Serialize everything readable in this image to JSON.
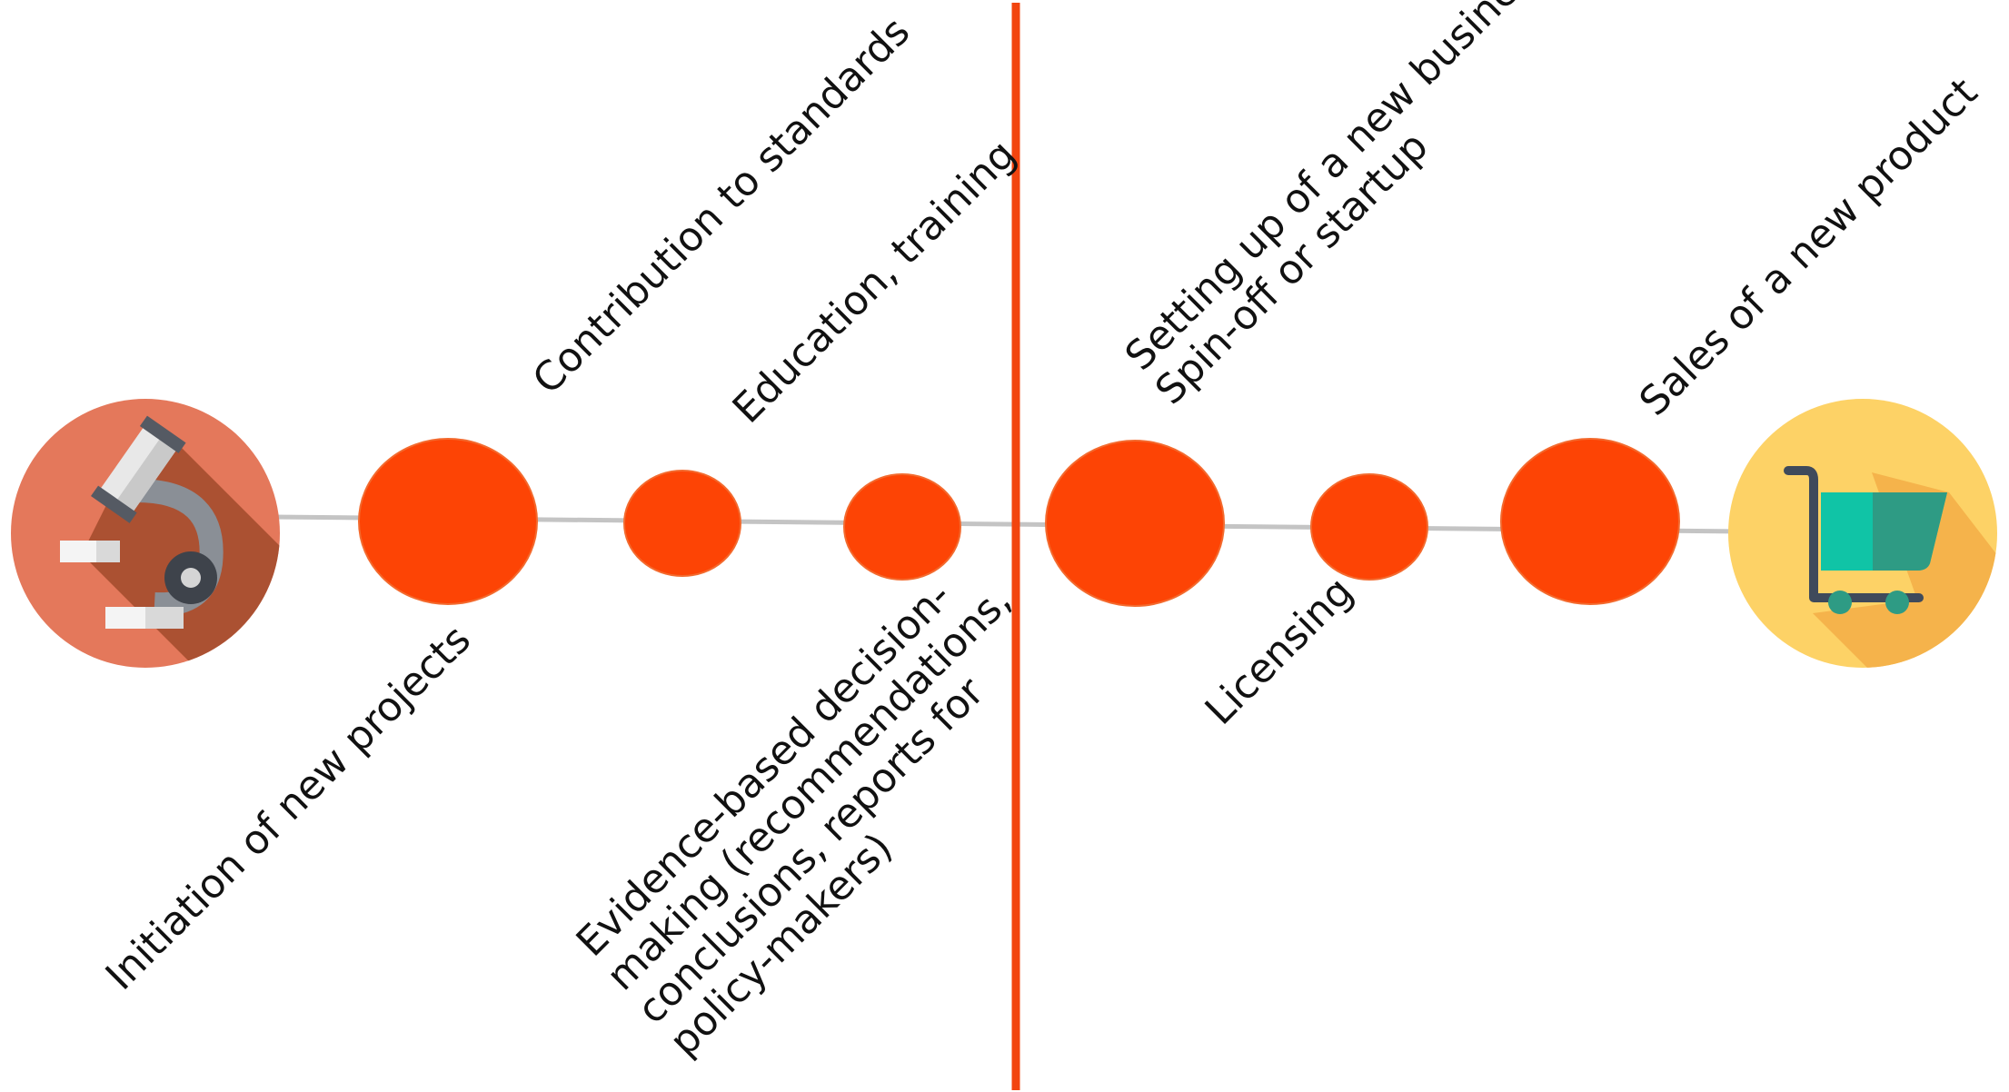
{
  "colors": {
    "node": "#fd4405",
    "node_stroke": "#f36a2e",
    "divider": "#f2450f",
    "connector": "#c4c4c4",
    "label": "#111111",
    "microscope_bg": "#e4785b",
    "microscope_shadow": "#a14a2c",
    "cart_bg": "#fdd266",
    "cart_shadow": "#f5b34b",
    "cart_basket": "#10c4a6",
    "cart_basket_dark": "#2e9b84",
    "cart_frame": "#3f4a5b"
  },
  "icons": {
    "start": "microscope-icon",
    "end": "shopping-cart-icon"
  },
  "labels": {
    "initiation": "Initiation of new projects",
    "standards": "Contribution to standards",
    "education": "Education, training",
    "evidence": [
      "Evidence-based decision-",
      "making (recommendations,",
      "conclusions, reports for",
      "policy-makers)"
    ],
    "business": [
      "Setting up of a new business",
      "Spin-off or startup"
    ],
    "licensing": "Licensing",
    "sales": "Sales of a new product"
  }
}
